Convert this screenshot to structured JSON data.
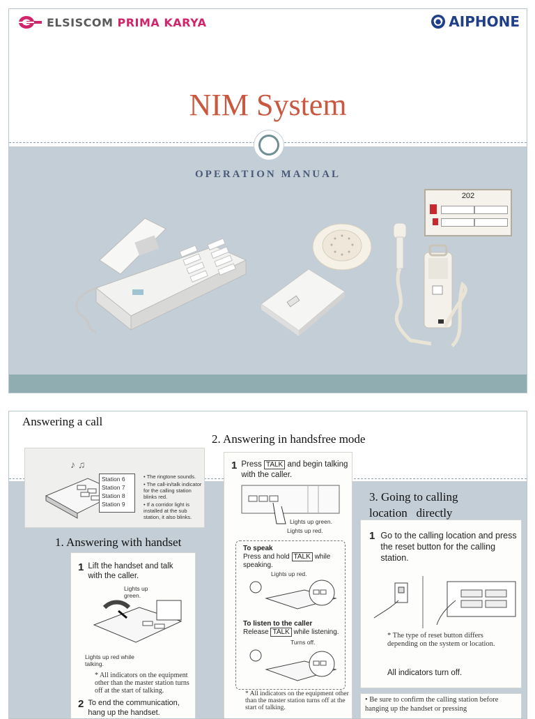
{
  "slide1": {
    "brand_left": {
      "part1": "ELSISCOM",
      "part2": "PRIMA KARYA"
    },
    "brand_right": "AIPHONE",
    "title": "NIM System",
    "subtitle": "OPERATION MANUAL",
    "panel_number": "202",
    "colors": {
      "title": "#c8583f",
      "band": "#c3ced7",
      "bar": "#90aeb1",
      "brand_blue": "#1f3f8a",
      "brand_pink": "#d0246b"
    }
  },
  "slide2": {
    "heading_main": "Answering a call",
    "intro_notes": [
      "• The ringtone sounds.",
      "• The call-in/talk indicator for the calling station blinks red.",
      "• If a corridor light is installed at the sub station, it also blinks."
    ],
    "station_labels": [
      "Station 6",
      "Station 7",
      "Station 8",
      "Station 9"
    ],
    "section1": {
      "heading": "1. Answering with handset",
      "step1_num": "1",
      "step1_text": "Lift the handset and talk with the caller.",
      "label_green": "Lights up green.",
      "label_red": "Lights up red while talking.",
      "note": "* All indicators on the equipment other than the master station turns off at the start of talking.",
      "step2_num": "2",
      "step2_text": "To end the communication, hang up the handset."
    },
    "section2": {
      "heading": "2. Answering in handsfree mode",
      "step1_num": "1",
      "step1_pre": "Press",
      "step1_key": "TALK",
      "step1_post": "and begin talking with the caller.",
      "label_green": "Lights up green.",
      "label_red": "Lights up red.",
      "speak_title": "To speak",
      "speak_pre": "Press and hold",
      "speak_key": "TALK",
      "speak_post": "while speaking.",
      "speak_label": "Lights up red.",
      "listen_title": "To listen to the caller",
      "listen_pre": "Release",
      "listen_key": "TALK",
      "listen_post": "while listening.",
      "listen_label": "Turns off.",
      "note": "* All indicators on the equipment other than the master station turns off at the start of talking."
    },
    "section3": {
      "heading_line1": "3.  Going to calling",
      "heading_line2": "location   directly",
      "step1_num": "1",
      "step1_text": "Go to the calling location and press the reset button for the calling station.",
      "note": "* The type of reset button differs depending on the system or location.",
      "all_off": "All indicators turn off.",
      "warning": "• Be sure to confirm the calling station before hanging up the handset or pressing"
    }
  }
}
